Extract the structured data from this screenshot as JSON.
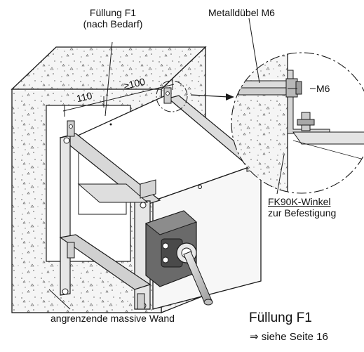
{
  "labels": {
    "fuellung_line1": "Füllung F1",
    "fuellung_line2": "(nach Bedarf)",
    "metallduebel": "Metalldübel M6",
    "m6": "M6",
    "winkel": "FK90K-Winkel",
    "befestigung": "zur Befestigung",
    "wand": "angrenzende massive Wand",
    "fuellung_ref": "Füllung F1",
    "seite_ref": "⇒ siehe Seite 16"
  },
  "dimensions": {
    "dim_110": "110",
    "dim_100": "≥100"
  },
  "colors": {
    "wall_fill": "#f4f4f4",
    "line": "#1a1a1a",
    "metal": "#cfcfcf",
    "metal_dark": "#8a8a8a",
    "actuator": "#5a5a5a"
  }
}
